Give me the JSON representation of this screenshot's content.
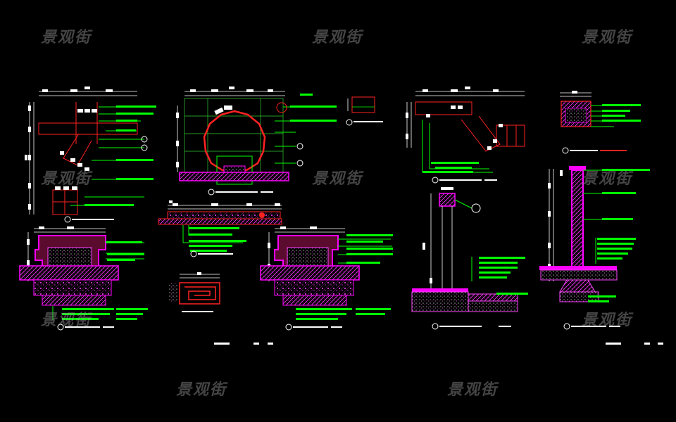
{
  "watermark": {
    "text": "景观街",
    "count": 10
  },
  "palette": {
    "background": "#000000",
    "label_leader": "#00ff00",
    "dimension": "#ffffff",
    "construction_line": "#33cc33",
    "section_outline": "#ff00ff",
    "hatch": "#ff44ff",
    "arch_frame": "#ff2222",
    "hatch_fill": "#5a0b2e",
    "scale_bar": "#ffffff"
  },
  "drawing": {
    "type": "CAD landscape construction detail sheet",
    "details": [
      {
        "id": "plan-bench-curve",
        "kind": "plan"
      },
      {
        "id": "elevation-moon-gate",
        "kind": "elevation"
      },
      {
        "id": "small-profile-a",
        "kind": "section"
      },
      {
        "id": "plan-bench-right",
        "kind": "plan"
      },
      {
        "id": "wall-cap-section",
        "kind": "section"
      },
      {
        "id": "section-lower-left",
        "kind": "section"
      },
      {
        "id": "strip-section",
        "kind": "section"
      },
      {
        "id": "section-lower-middle",
        "kind": "section"
      },
      {
        "id": "spiral-paving-detail",
        "kind": "detail"
      },
      {
        "id": "column-section",
        "kind": "section"
      },
      {
        "id": "tall-wall-section",
        "kind": "section"
      }
    ]
  }
}
